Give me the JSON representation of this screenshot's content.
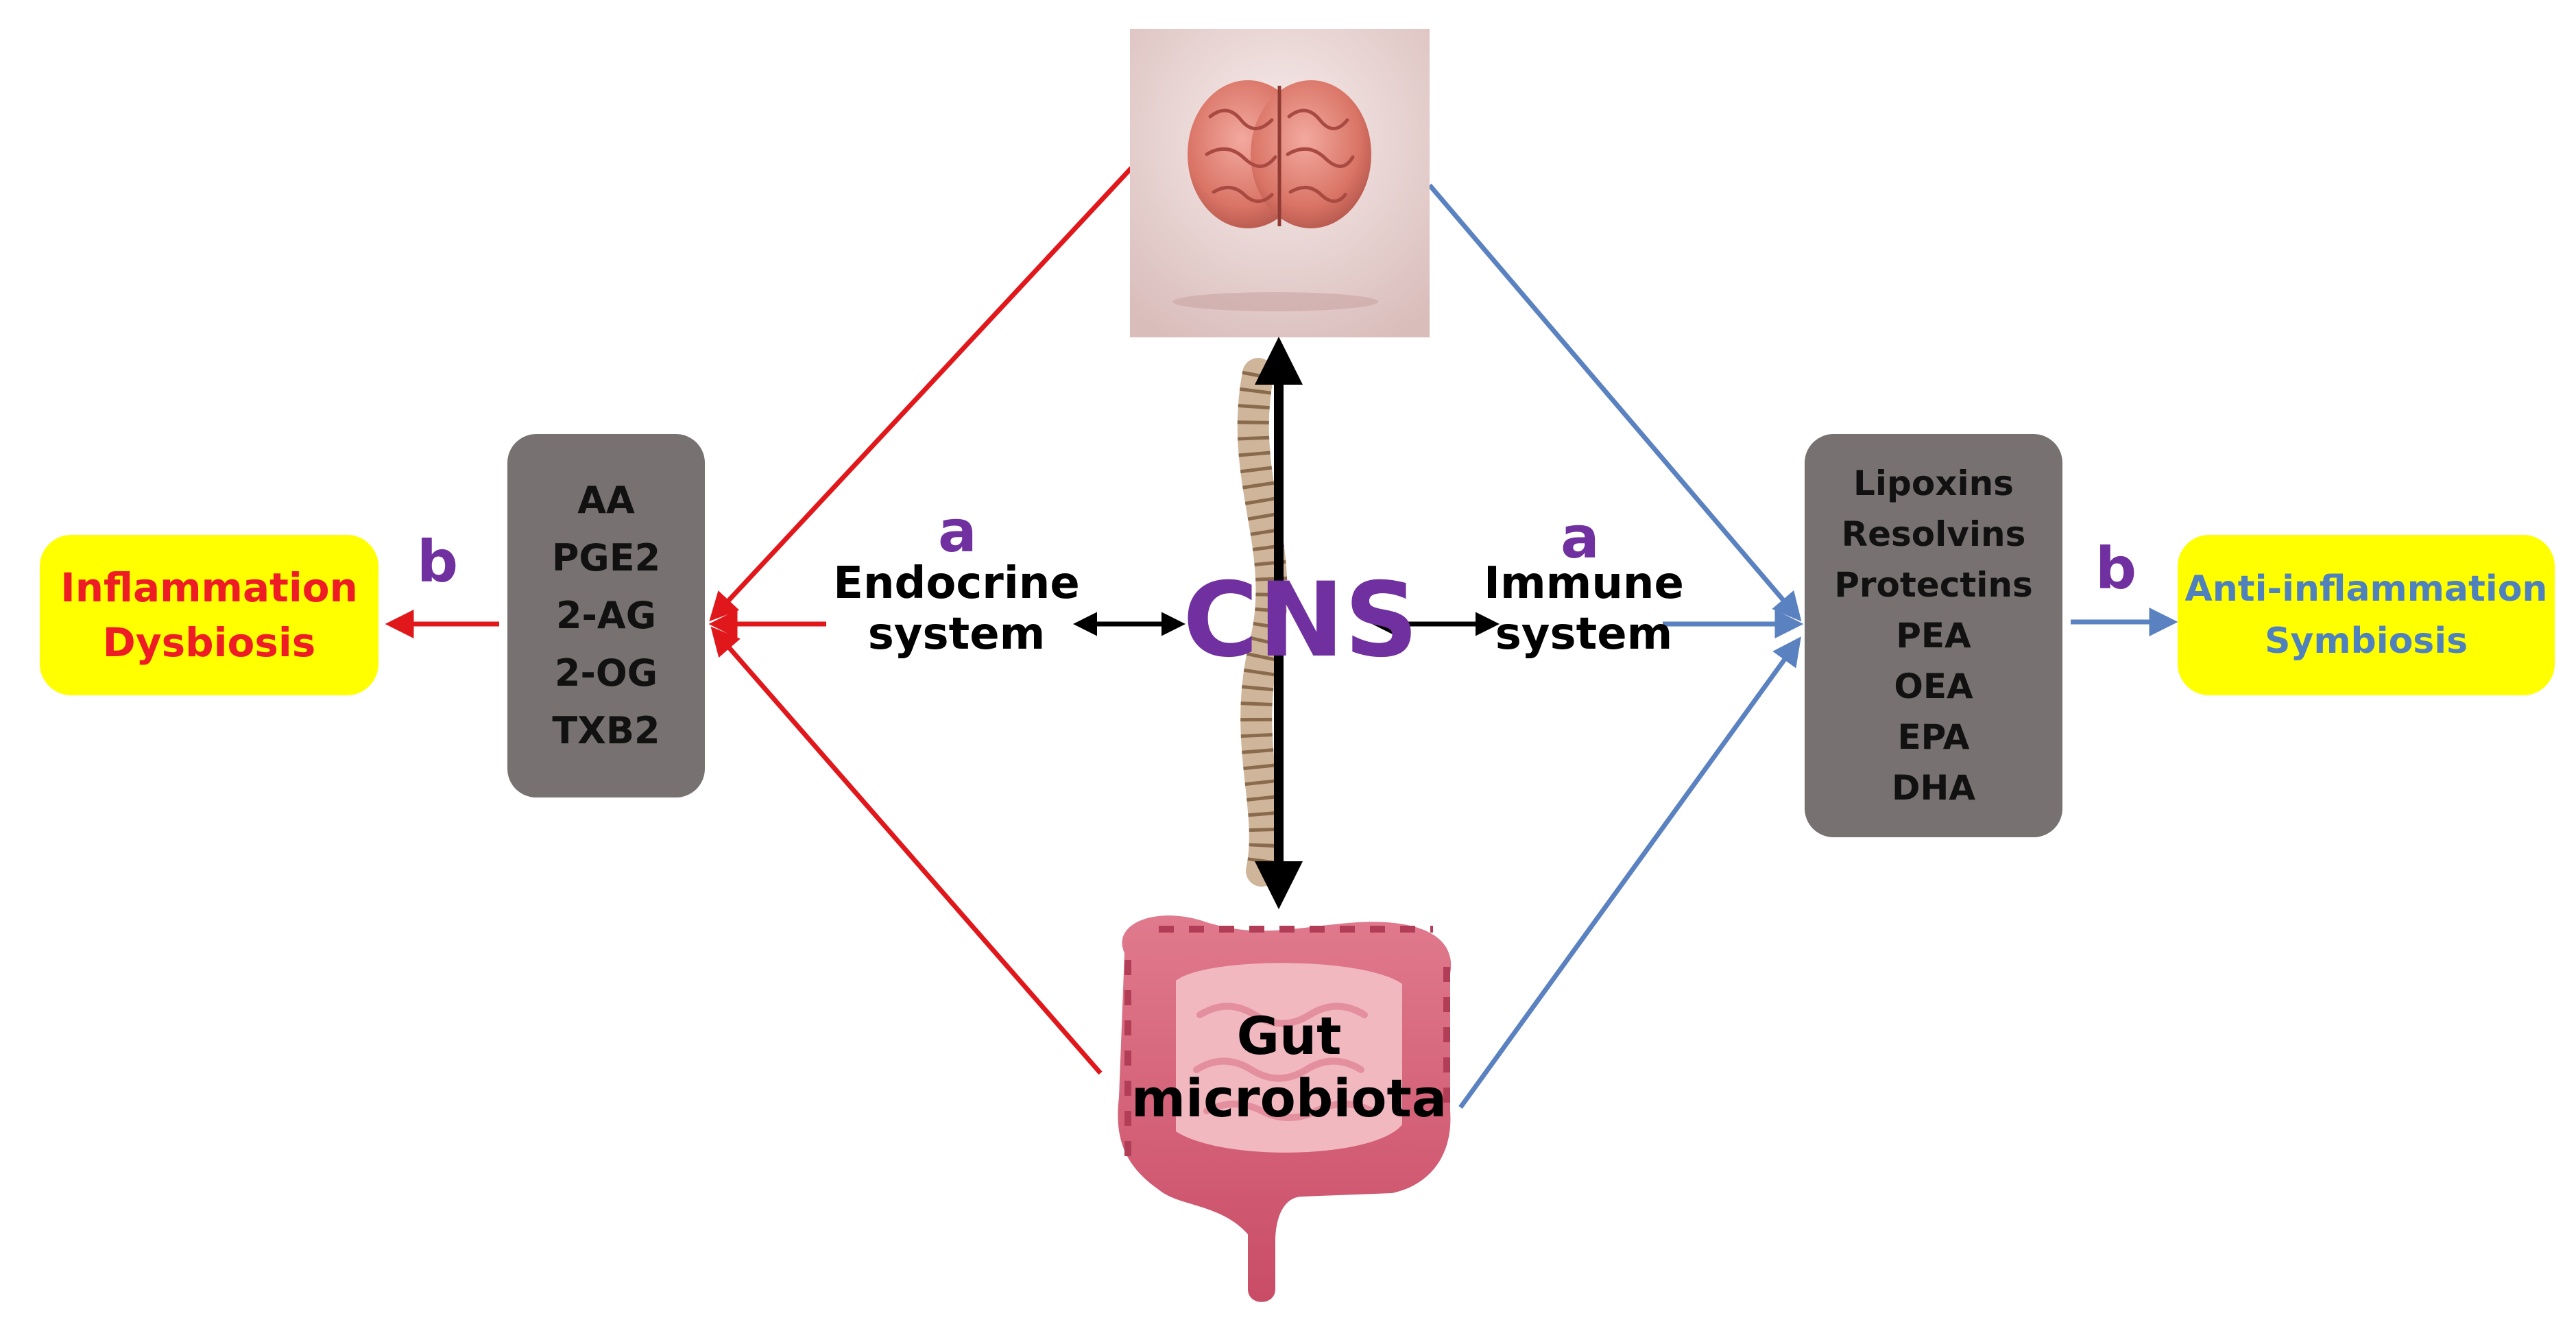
{
  "colors": {
    "pro_inflammatory": "#e0181c",
    "anti_inflammatory": "#5b82c0",
    "letter": "#7030a0",
    "box_yellow": "#ffff00",
    "box_gray": "#777171",
    "left_outcome_text": "#ee1c24",
    "right_outcome_text": "#4f81bd"
  },
  "nodes": {
    "brain": {
      "icon": "brain-illustration"
    },
    "spine": {
      "icon": "spine-illustration"
    },
    "gut": {
      "icon": "intestine-illustration",
      "line1": "Gut",
      "line2": "microbiota"
    },
    "cns": "CNS",
    "endocrine": {
      "line1": "Endocrine",
      "line2": "system"
    },
    "immune": {
      "line1": "Immune",
      "line2": "system"
    }
  },
  "left_mediators": [
    "AA",
    "PGE2",
    "2-AG",
    "2-OG",
    "TXB2"
  ],
  "right_mediators": [
    "Lipoxins",
    "Resolvins",
    "Protectins",
    "PEA",
    "OEA",
    "EPA",
    "DHA"
  ],
  "left_outcome": {
    "line1": "Inflammation",
    "line2": "Dysbiosis"
  },
  "right_outcome": {
    "line1": "Anti-inflammation",
    "line2": "Symbiosis"
  },
  "markers": {
    "a_left": "a",
    "a_right": "a",
    "b_left": "b",
    "b_right": "b"
  }
}
